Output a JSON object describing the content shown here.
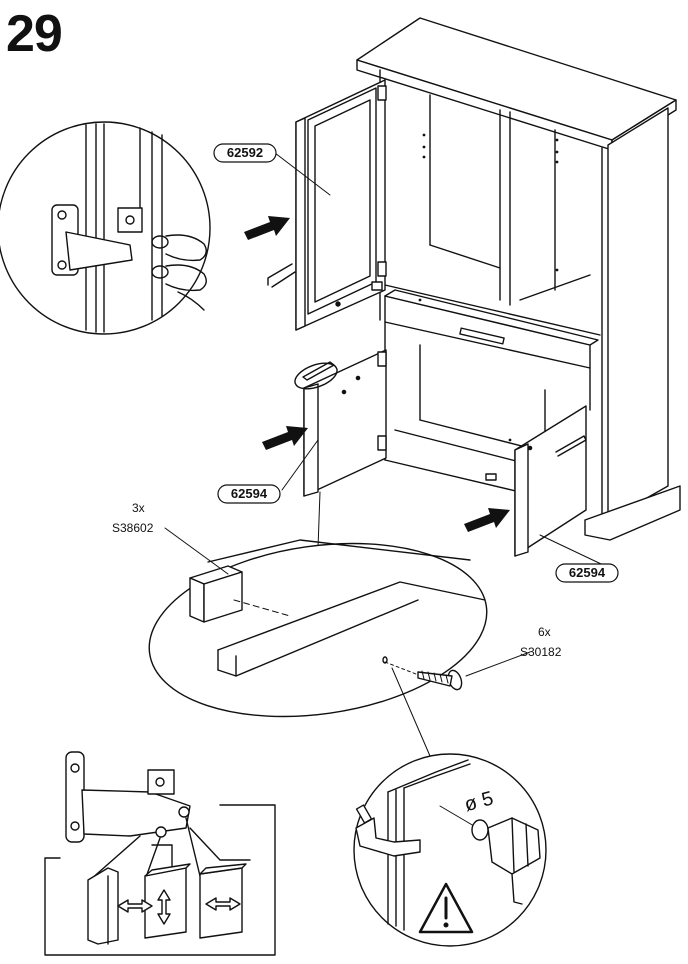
{
  "step_number": "29",
  "callouts": {
    "door_upper": "62592",
    "door_lower_left": "62594",
    "door_lower_right": "62594"
  },
  "hardware": {
    "cap_qty": "3x",
    "cap_code": "S38602",
    "screw_qty": "6x",
    "screw_code": "S30182"
  },
  "drill_diameter": "ø 5",
  "icons": [
    "hinge-adjust-detail-icon",
    "arrow-icon",
    "warning-icon",
    "drill-icon",
    "screw-icon",
    "cap-icon"
  ]
}
